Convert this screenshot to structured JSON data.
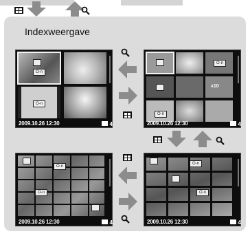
{
  "title": "Indexweergave",
  "timestamp": "2009.10.26 12:30",
  "page_number": "4",
  "print_count_badge": "x10",
  "protect_label": "O-n",
  "icons": {
    "magnify": "zoom-in-icon",
    "index": "index-view-icon",
    "arrow_down": "gray-arrow-down-icon",
    "arrow_up": "gray-arrow-up-icon",
    "arrow_left": "gray-arrow-left-icon",
    "arrow_right": "gray-arrow-right-icon",
    "memory_card": "memory-card-icon"
  },
  "colors": {
    "panel_bg": "#dcdcdc",
    "screen_bg": "#0d0d0d",
    "arrow": "#8c8c8c"
  }
}
